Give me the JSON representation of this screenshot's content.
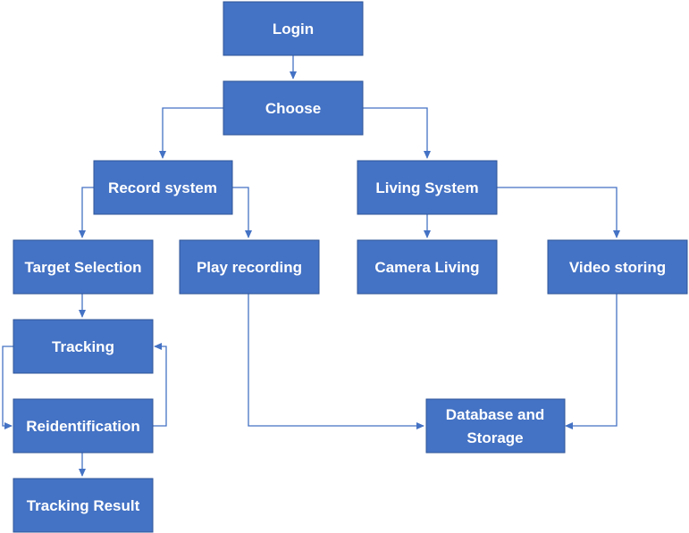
{
  "nodes": {
    "login": "Login",
    "choose": "Choose",
    "record_system": "Record system",
    "living_system": "Living System",
    "target_selection": "Target Selection",
    "play_recording": "Play recording",
    "camera_living": "Camera Living",
    "video_storing": "Video storing",
    "tracking": "Tracking",
    "reidentification": "Reidentification",
    "database_line1": "Database and",
    "database_line2": "Storage",
    "tracking_result": "Tracking Result"
  },
  "colors": {
    "box_fill": "#4472C4",
    "box_border": "#2F5597",
    "arrow": "#4472C4",
    "text": "#FFFFFF"
  }
}
